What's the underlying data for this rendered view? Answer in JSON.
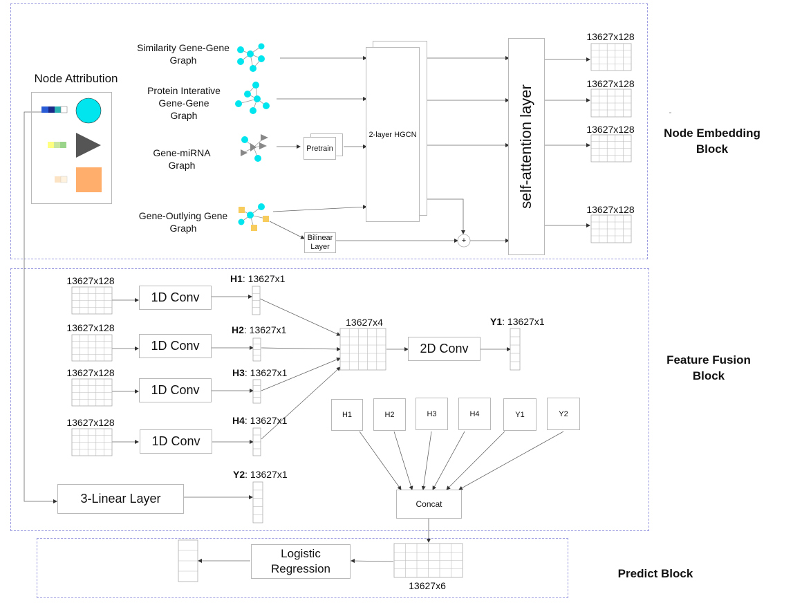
{
  "blocks": {
    "node_embedding": "Node Embedding\nBlock",
    "feature_fusion": "Feature Fusion\nBlock",
    "predict": "Predict Block"
  },
  "node_attribution": {
    "title": "Node Attribution"
  },
  "graphs": {
    "similarity": "Similarity Gene-Gene\nGraph",
    "protein": "Protein Interative\nGene-Gene\nGraph",
    "mirna": "Gene-miRNA\nGraph",
    "outlying": "Gene-Outlying Gene\nGraph"
  },
  "modules": {
    "pretrain": "Pretrain",
    "hgcn": "2-layer HGCN",
    "bilinear": "Bilinear\nLayer",
    "plus": "+",
    "self_attention": "self-attention layer",
    "conv1d": "1D Conv",
    "conv2d": "2D Conv",
    "linear3": "3-Linear Layer",
    "concat": "Concat",
    "logistic": "Logistic\nRegression"
  },
  "dims": {
    "d128": "13627x128",
    "d4": "13627x4",
    "d6": "13627x6",
    "d1": ": 13627x1"
  },
  "features": {
    "h1": "H1",
    "h2": "H2",
    "h3": "H3",
    "h4": "H4",
    "y1": "Y1",
    "y2": "Y2"
  },
  "concat_inputs": [
    "H1",
    "H2",
    "H3",
    "H4",
    "Y1",
    "Y2"
  ],
  "colors": {
    "frame": "#9a9ae0",
    "node_cyan": "#00e5ee",
    "triangle": "#555555",
    "square": "#ffae6b",
    "gene_square": "#f7cb5c"
  }
}
